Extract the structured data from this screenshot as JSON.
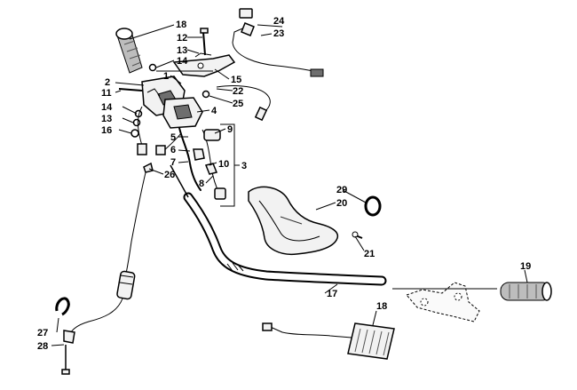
{
  "callouts": [
    {
      "id": "c1",
      "text": "1"
    },
    {
      "id": "c2",
      "text": "2"
    },
    {
      "id": "c3",
      "text": "3"
    },
    {
      "id": "c4",
      "text": "4"
    },
    {
      "id": "c5",
      "text": "5"
    },
    {
      "id": "c6",
      "text": "6"
    },
    {
      "id": "c7",
      "text": "7"
    },
    {
      "id": "c8",
      "text": "8"
    },
    {
      "id": "c9",
      "text": "9"
    },
    {
      "id": "c10",
      "text": "10"
    },
    {
      "id": "c11",
      "text": "11"
    },
    {
      "id": "c12",
      "text": "12"
    },
    {
      "id": "c13a",
      "text": "13"
    },
    {
      "id": "c13b",
      "text": "13"
    },
    {
      "id": "c14a",
      "text": "14"
    },
    {
      "id": "c14b",
      "text": "14"
    },
    {
      "id": "c15",
      "text": "15"
    },
    {
      "id": "c16",
      "text": "16"
    },
    {
      "id": "c17",
      "text": "17"
    },
    {
      "id": "c18a",
      "text": "18"
    },
    {
      "id": "c18b",
      "text": "18"
    },
    {
      "id": "c19",
      "text": "19"
    },
    {
      "id": "c20",
      "text": "20"
    },
    {
      "id": "c21",
      "text": "21"
    },
    {
      "id": "c22",
      "text": "22"
    },
    {
      "id": "c23",
      "text": "23"
    },
    {
      "id": "c24",
      "text": "24"
    },
    {
      "id": "c25",
      "text": "25"
    },
    {
      "id": "c26",
      "text": "26"
    },
    {
      "id": "c27",
      "text": "27"
    },
    {
      "id": "c28",
      "text": "28"
    },
    {
      "id": "c29",
      "text": "29"
    }
  ]
}
